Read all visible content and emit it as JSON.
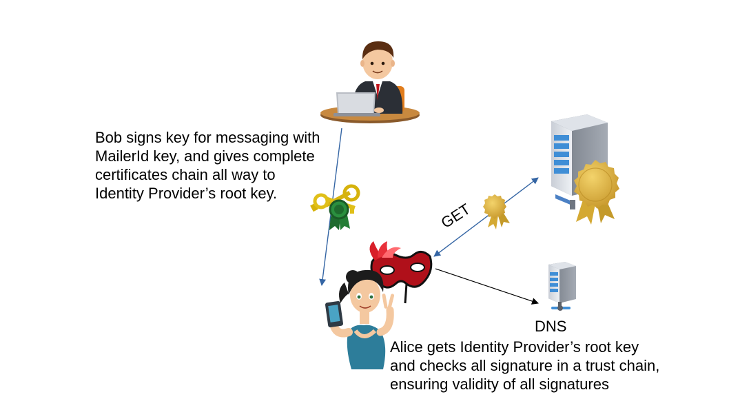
{
  "bob_caption": {
    "lines": [
      "Bob signs key for messaging with",
      "MailerId key, and gives complete",
      "certificates chain all way to",
      "Identity Provider’s root key."
    ]
  },
  "alice_caption": {
    "lines": [
      "Alice gets Identity Provider’s root key",
      "and checks all signature in a trust chain,",
      "ensuring validity of all signatures"
    ]
  },
  "dns_label": "DNS",
  "get_label": "GET",
  "icons": {
    "bob": "businessman-at-laptop-icon",
    "keys": "keys-with-ribbon-icon",
    "alice": "woman-with-phone-icon",
    "mask": "masquerade-mask-icon",
    "identity_server": "server-with-certificate-seal-icon",
    "dns_server": "small-server-icon",
    "seal": "certificate-seal-icon"
  },
  "colors": {
    "arrow_blue": "#3465a4",
    "arrow_black": "#000000",
    "seal_gold": "#d4a933",
    "mask_red": "#c0141c",
    "server_blue": "#3f8ed6"
  }
}
